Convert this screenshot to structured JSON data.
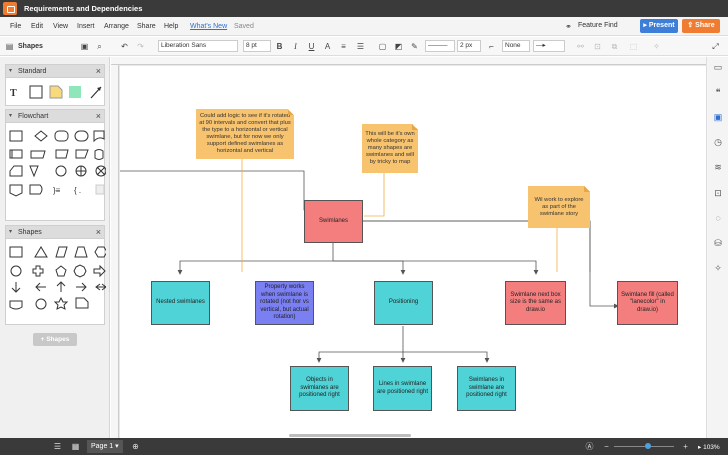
{
  "title_bar": {
    "document_title": "Requirements and Dependencies"
  },
  "menu": {
    "items": [
      "File",
      "Edit",
      "View",
      "Insert",
      "Arrange",
      "Share",
      "Help"
    ],
    "whats_new": "What's New",
    "saved_status": "Saved",
    "feature_find": "Feature Find",
    "present_label": "Present",
    "share_label": "Share"
  },
  "toolbar": {
    "shapes_title": "Shapes",
    "font_family": "Liberation Sans",
    "font_size": "8 pt",
    "line_width": "2 px",
    "arrow_start": "None"
  },
  "sidebar": {
    "panels": [
      {
        "title": "Standard"
      },
      {
        "title": "Flowchart"
      },
      {
        "title": "Shapes"
      }
    ],
    "add_shapes_label": "+ Shapes"
  },
  "diagram": {
    "nodes": {
      "swimlanes": "Swimlanes",
      "nested": "Nested swimlanes",
      "property": "Property works when swimlane is rotated (not hor vs vertical, but actual rotation)",
      "positioning": "Positioning",
      "next_box": "Swimlane next box size is the same as draw.io",
      "fill": "Swimlane fill (called \"lanecolor\" in draw.io)",
      "objects": "Objects in swimlanes are positioned right",
      "lines": "Lines in swimlane are positioned right",
      "swimlanes_in": "Swimlanes in swimlane are positioned right"
    },
    "notes": {
      "logic": "Could add logic to see if it's rotated at 90 intervals and convert that plus the type to a horizontal or vertical swimlane, but for now we only support defined swimlanes as horizontal and vertical",
      "category": "This will be it's own whole category as many shapes are swimlanes and will by tricky to map",
      "explore": "Wil work to explore as part of the swimlane story"
    },
    "colors": {
      "red_node": "#f47e7e",
      "cyan_node": "#4fd3d6",
      "blue_node": "#7a7ff2",
      "note": "#f8c36e"
    }
  },
  "status_bar": {
    "page_label": "Page 1",
    "zoom": "103%"
  }
}
